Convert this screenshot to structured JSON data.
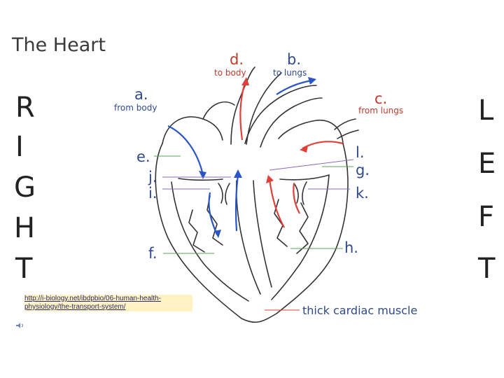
{
  "title": "The Heart",
  "right_letters": [
    "R",
    "I",
    "G",
    "H",
    "T"
  ],
  "left_letters": [
    "L",
    "E",
    "F",
    "T"
  ],
  "labels": {
    "a": "a.",
    "a_sub": "from body",
    "b": "b.",
    "b_sub": "to lungs",
    "c": "c.",
    "c_sub": "from lungs",
    "d": "d.",
    "d_sub": "to body",
    "e": "e.",
    "f": "f.",
    "g": "g.",
    "h": "h.",
    "i": "i.",
    "j": "j.",
    "k": "k.",
    "l": "l."
  },
  "muscle_label": "thick cardiac muscle",
  "source_link": "http://i-biology.net/ibdpbio/06-human-health-physiology/the-transport-system/",
  "colors": {
    "blue": "#2a55c8",
    "red": "#e0403a",
    "green": "#5aa05a",
    "purple": "#8a6ac0",
    "outline": "#333333"
  }
}
